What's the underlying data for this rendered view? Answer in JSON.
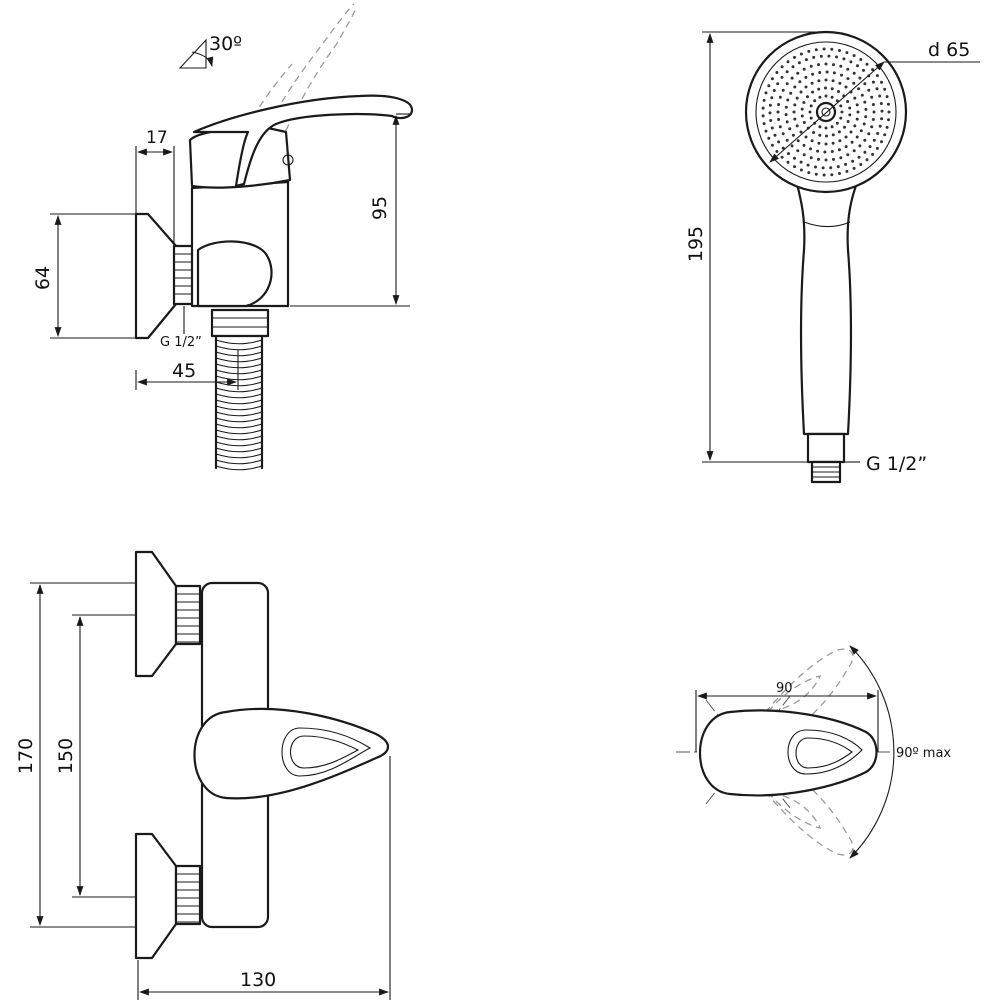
{
  "side_view": {
    "angle_label": "30º",
    "width_top": "17",
    "height_right": "95",
    "height_left": "64",
    "thread": "G 1/2”",
    "offset": "45"
  },
  "hand_shower": {
    "diameter": "d 65",
    "length": "195",
    "thread": "G 1/2”"
  },
  "front_view": {
    "outer_height": "170",
    "inner_height": "150",
    "width": "130"
  },
  "top_view": {
    "lever_length": "90",
    "rotation": "90º max"
  }
}
